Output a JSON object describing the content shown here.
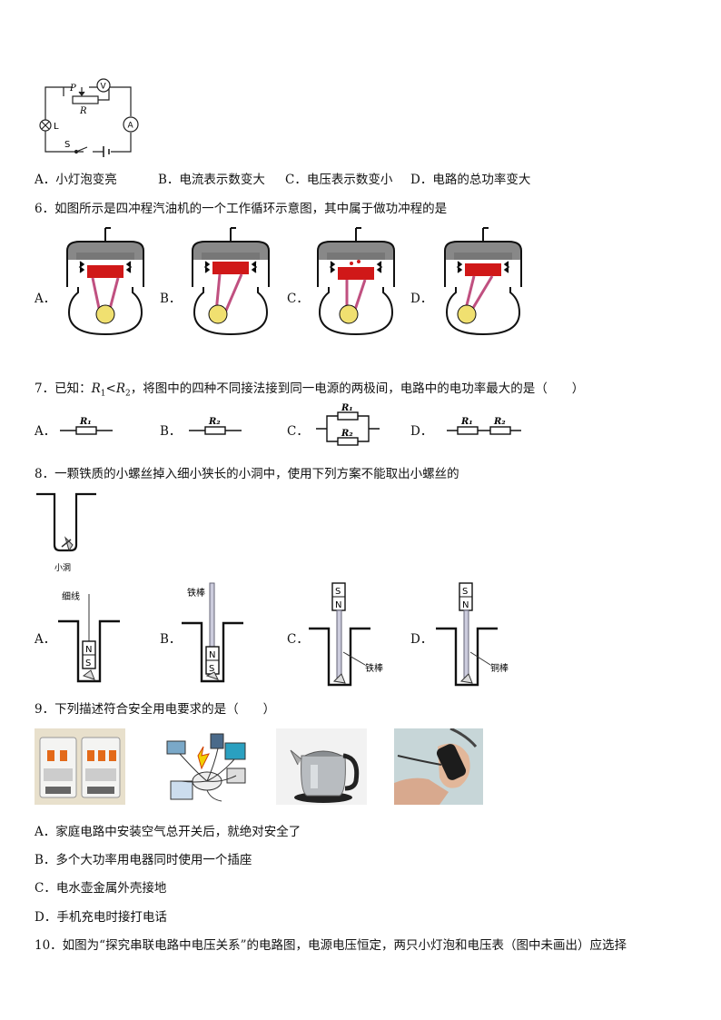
{
  "q5": {
    "circuit": {
      "p": "P",
      "r": "R",
      "v": "V",
      "a": "A",
      "l": "L",
      "s": "S"
    },
    "options": [
      "A．小灯泡变亮",
      "B．电流表示数变大",
      "C．电压表示数变小",
      "D．电路的总功率变大"
    ]
  },
  "q6": {
    "stem": "6．如图所示是四冲程汽油机的一个工作循环示意图，其中属于做功冲程的是",
    "labels": [
      "A．",
      "B．",
      "C．",
      "D．"
    ]
  },
  "q7": {
    "stem_prefix": "7．已知：",
    "stem_r1": "R",
    "stem_sub1": "1",
    "stem_lt": "<",
    "stem_r2": "R",
    "stem_sub2": "2",
    "stem_suffix": "，将图中的四种不同接法接到同一电源的两极间，电路中的电功率最大的是（　　）",
    "labels": [
      "A．",
      "B．",
      "C．",
      "D．"
    ],
    "r1": "R₁",
    "r2": "R₂"
  },
  "q8": {
    "stem": "8．一颗铁质的小螺丝掉入细小狭长的小洞中，使用下列方案不能取出小螺丝的",
    "hole_label": "小洞",
    "labels": [
      "A．",
      "B．",
      "C．",
      "D．"
    ],
    "thread": "细线",
    "iron_rod": "铁棒",
    "copper_rod": "铜棒",
    "n": "N",
    "s": "S"
  },
  "q9": {
    "stem": "9．下列描述符合安全用电要求的是（　　）",
    "options": [
      "A．家庭电路中安装空气总开关后，就绝对安全了",
      "B．多个大功率用电器同时使用一个插座",
      "C．电水壶金属外壳接地",
      "D．手机充电时接打电话"
    ]
  },
  "q10": {
    "stem": "10．如图为“探究串联电路中电压关系”的电路图，电源电压恒定，两只小灯泡和电压表（图中未画出）应选择"
  }
}
